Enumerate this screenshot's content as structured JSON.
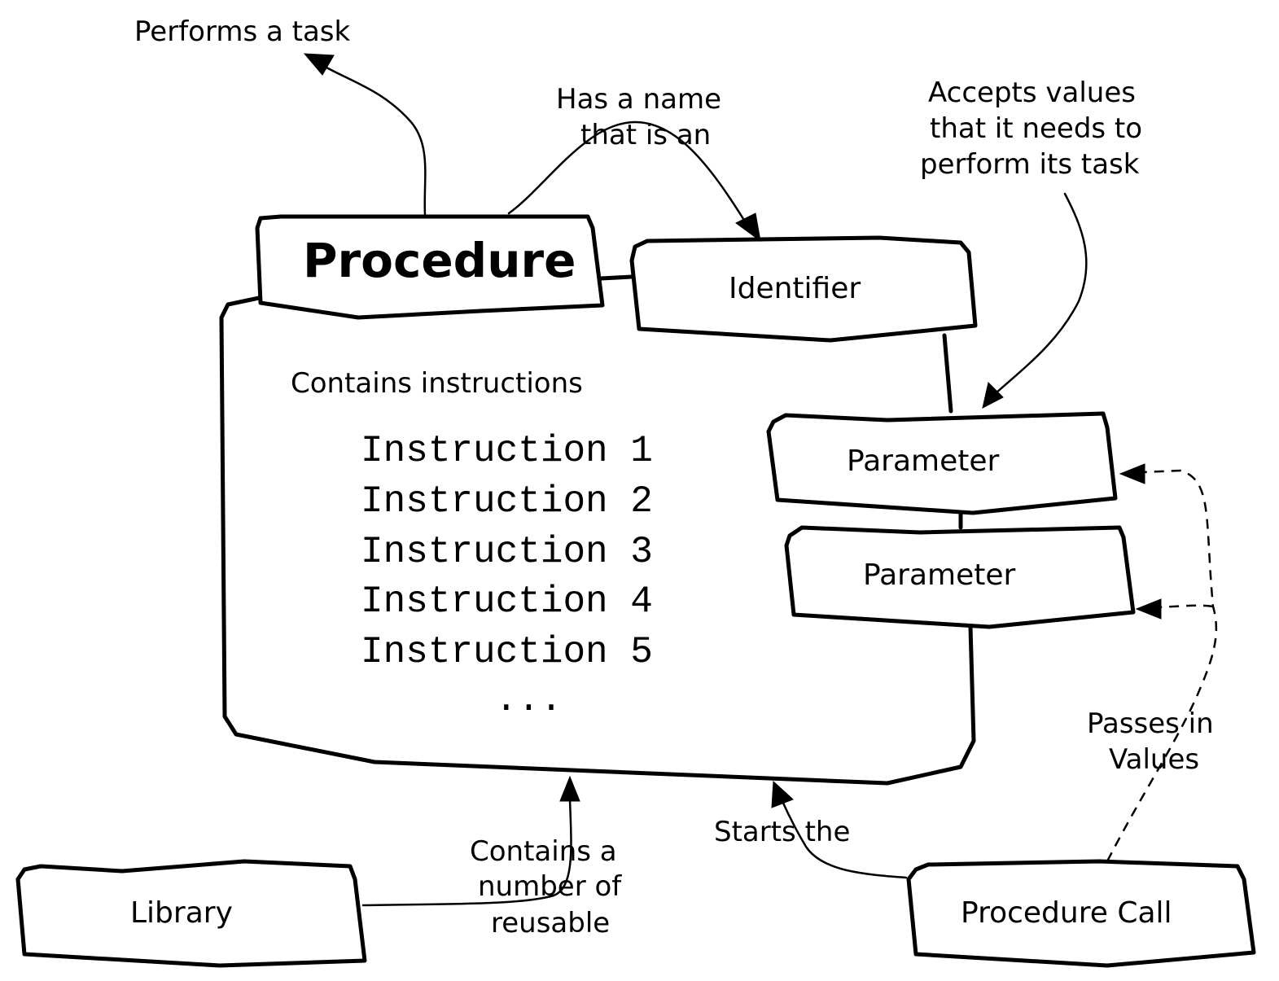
{
  "nodes": {
    "procedure": "Procedure",
    "identifier": "Identifier",
    "parameter_1": "Parameter",
    "parameter_2": "Parameter",
    "library": "Library",
    "procedure_call": "Procedure Call"
  },
  "procedure_body": {
    "heading": "Contains instructions",
    "instructions": [
      "Instruction 1",
      "Instruction 2",
      "Instruction 3",
      "Instruction 4",
      "Instruction 5"
    ],
    "ellipsis": "..."
  },
  "edge_labels": {
    "performs_task": "Performs a task",
    "has_name": [
      "Has a name",
      "that is an"
    ],
    "accepts_values": [
      "Accepts values",
      "that it needs to",
      "perform its task"
    ],
    "passes_values": [
      "Passes in",
      "Values"
    ],
    "starts": "Starts the",
    "contains_reusable": [
      "Contains a",
      "number of",
      "reusable"
    ]
  }
}
